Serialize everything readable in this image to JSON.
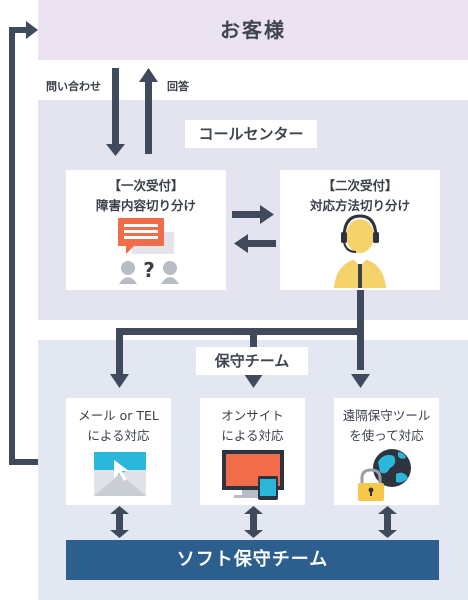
{
  "customer": {
    "title": "お客様"
  },
  "flow": {
    "inquiry_label": "問い合わせ",
    "answer_label": "回答"
  },
  "call_center": {
    "title": "コールセンター",
    "first_reception": {
      "line1": "【一次受付】",
      "line2": "障害内容切り分け"
    },
    "second_reception": {
      "line1": "【二次受付】",
      "line2": "対応方法切り分け"
    }
  },
  "maintenance": {
    "title": "保守チーム",
    "cards": [
      {
        "line1": "メール or TEL",
        "line2": "による対応",
        "icon": "mail-icon"
      },
      {
        "line1": "オンサイト",
        "line2": "による対応",
        "icon": "computer-icon"
      },
      {
        "line1": "遠隔保守ツール",
        "line2": "を使って対応",
        "icon": "globe-lock-icon"
      }
    ]
  },
  "software_team": {
    "title": "ソフト保守チーム"
  },
  "colors": {
    "arrow": "#3f4a5c",
    "team_bar": "#2d5f8e",
    "accent_orange": "#f06c4b",
    "accent_cyan": "#2ab7d9"
  }
}
